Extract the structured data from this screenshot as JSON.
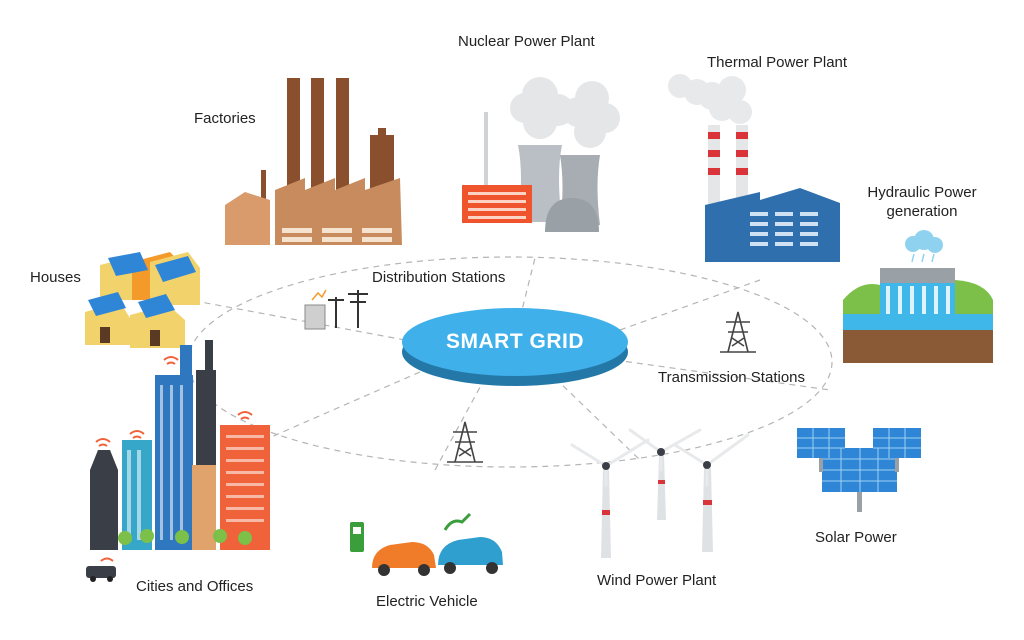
{
  "hub": {
    "label": "SMART GRID"
  },
  "labels": {
    "nuclear": "Nuclear Power Plant",
    "thermal": "Thermal Power Plant",
    "factories": "Factories",
    "hydraulic_line1": "Hydraulic Power",
    "hydraulic_line2": "generation",
    "houses": "Houses",
    "distribution": "Distribution Stations",
    "transmission": "Transmission Stations",
    "cities": "Cities and Offices",
    "electric_vehicle": "Electric Vehicle",
    "wind": "Wind Power Plant",
    "solar": "Solar Power"
  },
  "colors": {
    "hub": "#3fb0ea",
    "hub_shadow": "#2478a8",
    "factory": "#c88b5e",
    "chimney": "#8a4f2c",
    "thermal_building": "#2f6fae",
    "nuclear_orange": "#f0542d",
    "house_yellow": "#f2d36b",
    "house_orange": "#f39a2b",
    "solar_panel": "#2f86d6",
    "city_orange": "#f0623a",
    "city_blue": "#2f78c0",
    "car_orange": "#f07c2a",
    "car_blue": "#2f9fd0",
    "wifi": "#f0623a",
    "water": "#3fb7e8",
    "grass": "#7cc04a",
    "soil": "#8a5a36",
    "tower": "#444444"
  }
}
